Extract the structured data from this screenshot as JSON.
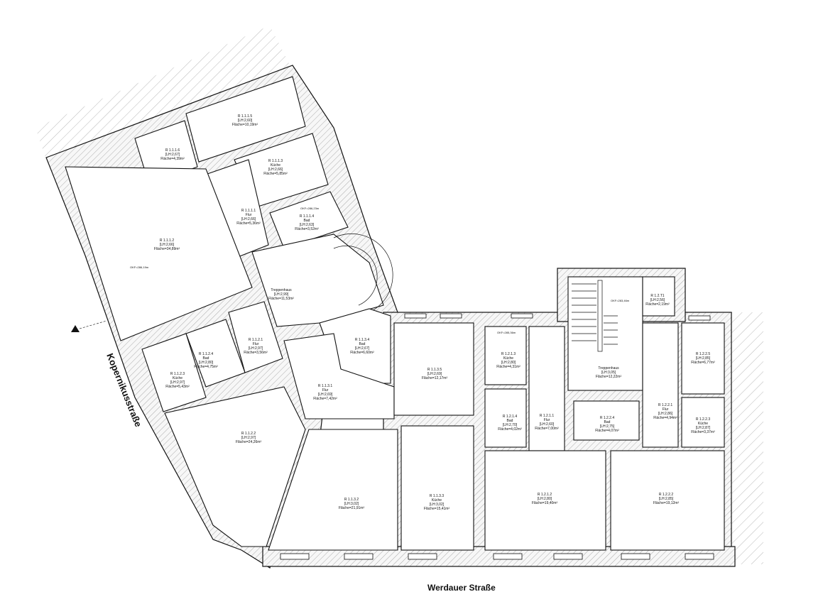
{
  "streets": {
    "west": "Kopernikusstraße",
    "south": "Werdauer Straße"
  },
  "levels": [
    "OKF=286,19m",
    "OKF=286,23m",
    "OKF=285,36m",
    "OKF=283,46m"
  ],
  "rooms": [
    {
      "id": "R 1.1.1.5",
      "name": "",
      "height": "[LH:2,60]",
      "area": "Fläche=10,19m²"
    },
    {
      "id": "R 1.1.1.6",
      "name": "",
      "height": "[LH:2,67]",
      "area": "Fläche=4,39m²"
    },
    {
      "id": "R 1.1.1.3",
      "name": "Küche",
      "height": "[LH:2,66]",
      "area": "Fläche=5,85m²"
    },
    {
      "id": "R 1.1.1.1",
      "name": "Flur",
      "height": "[LH:2,66]",
      "area": "Fläche=5,36m²"
    },
    {
      "id": "R 1.1.1.4",
      "name": "Bad",
      "height": "[LH:2,63]",
      "area": "Fläche=3,52m²"
    },
    {
      "id": "R 1.1.1.2",
      "name": "",
      "height": "[LH:2,66]",
      "area": "Fläche=34,89m²"
    },
    {
      "id": "Treppenhaus",
      "name": "",
      "height": "[LH:2,99]",
      "area": "Fläche=11,53m²"
    },
    {
      "id": "R 1.1.2.4",
      "name": "Bad",
      "height": "[LH:2,80]",
      "area": "Fläche=4,75m²"
    },
    {
      "id": "R 1.1.2.1",
      "name": "Flur",
      "height": "[LH:2,97]",
      "area": "Fläche=3,56m²"
    },
    {
      "id": "R 1.1.2.3",
      "name": "Küche",
      "height": "[LH:2,97]",
      "area": "Fläche=5,43m²"
    },
    {
      "id": "R 1.1.3.4",
      "name": "Bad",
      "height": "[LH:2,67]",
      "area": "Fläche=6,60m²"
    },
    {
      "id": "R 1.1.3.1",
      "name": "Flur",
      "height": "[LH:2,69]",
      "area": "Fläche=7,42m²"
    },
    {
      "id": "R 1.1.3.5",
      "name": "",
      "height": "[LH:2,69]",
      "area": "Fläche=12,17m²"
    },
    {
      "id": "R 1.1.2.2",
      "name": "",
      "height": "[LH:2,97]",
      "area": "Fläche=24,26m²"
    },
    {
      "id": "R 1.1.3.2",
      "name": "",
      "height": "[LH:3,02]",
      "area": "Fläche=21,91m²"
    },
    {
      "id": "R 1.1.3.3",
      "name": "Küche",
      "height": "[LH:3,02]",
      "area": "Fläche=15,41m²"
    },
    {
      "id": "R 1.2.1.3",
      "name": "Küche",
      "height": "[LH:2,80]",
      "area": "Fläche=4,31m²"
    },
    {
      "id": "R 1.2.1.4",
      "name": "Bad",
      "height": "[LH:2,70]",
      "area": "Fläche=4,02m²"
    },
    {
      "id": "R 1.2.1.1",
      "name": "Flur",
      "height": "[LH:2,60]",
      "area": "Fläche=7,00m²"
    },
    {
      "id": "Treppenhaus",
      "name": "",
      "height": "[LH:3,05]",
      "area": "Fläche=12,22m²"
    },
    {
      "id": "R 1.2.T1",
      "name": "",
      "height": "[LH:2,56]",
      "area": "Fläche=2,19m²"
    },
    {
      "id": "R 1.2.2.4",
      "name": "Bad",
      "height": "[LH:2,75]",
      "area": "Fläche=4,07m²"
    },
    {
      "id": "R 1.2.2.1",
      "name": "Flur",
      "height": "[LH:2,86]",
      "area": "Fläche=4,94m²"
    },
    {
      "id": "R 1.2.2.5",
      "name": "",
      "height": "[LH:2,85]",
      "area": "Fläche=6,77m²"
    },
    {
      "id": "R 1.2.2.3",
      "name": "Küche",
      "height": "[LH:2,87]",
      "area": "Fläche=3,37m²"
    },
    {
      "id": "R 1.2.1.2",
      "name": "",
      "height": "[LH:2,80]",
      "area": "Fläche=19,40m²"
    },
    {
      "id": "R 1.2.2.2",
      "name": "",
      "height": "[LH:2,85]",
      "area": "Fläche=19,12m²"
    }
  ]
}
